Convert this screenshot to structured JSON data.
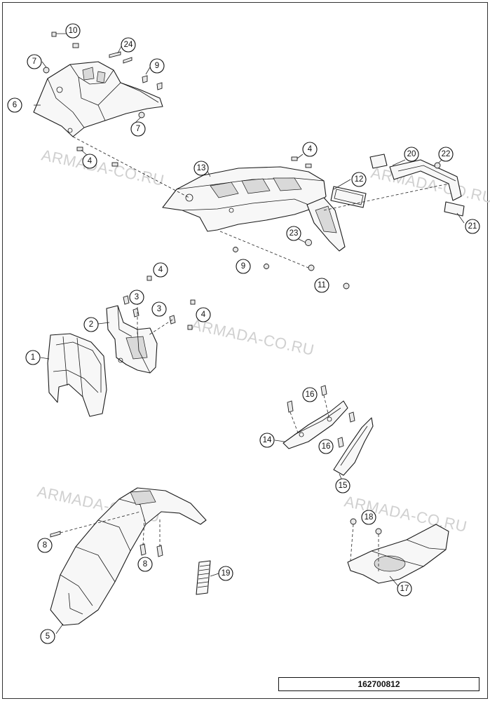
{
  "document_number": "162700812",
  "watermark_text": "ARMADA-CO.RU",
  "callouts": [
    "1",
    "2",
    "3",
    "4",
    "5",
    "6",
    "7",
    "8",
    "9",
    "10",
    "11",
    "12",
    "13",
    "14",
    "15",
    "16",
    "17",
    "18",
    "19",
    "20",
    "21",
    "22",
    "23",
    "24"
  ],
  "colors": {
    "line": "#1a1a1a",
    "watermark": "#d0d0d0",
    "part_fill": "#f7f7f7"
  }
}
